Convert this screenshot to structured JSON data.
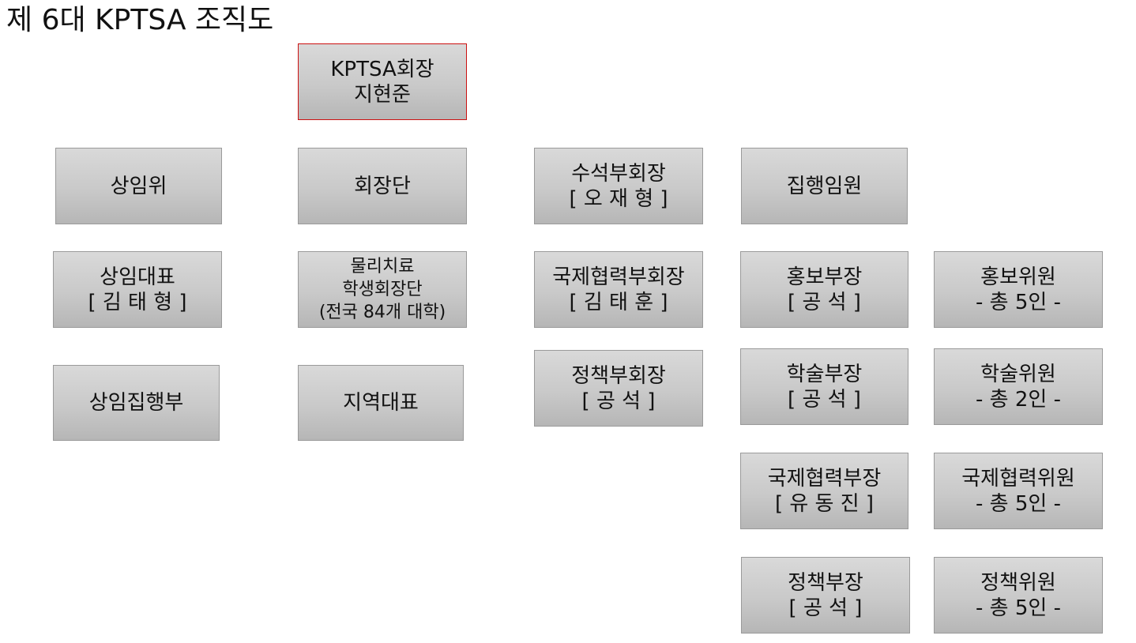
{
  "title": "제 6대 KPTSA 조직도",
  "org": {
    "president": [
      "KPTSA회장",
      "지현준"
    ],
    "standing_committee": [
      "상임위"
    ],
    "standing_rep": [
      "상임대표",
      "[ 김 태 형 ]"
    ],
    "standing_exec": [
      "상임집행부"
    ],
    "presidents_group": [
      "회장단"
    ],
    "student_presidents": [
      "물리치료",
      "학생회장단",
      "(전국 84개 대학)"
    ],
    "regional_rep": [
      "지역대표"
    ],
    "senior_vp": [
      "수석부회장",
      "[ 오 재 형 ]"
    ],
    "intl_vp": [
      "국제협력부회장",
      "[ 김 태 훈 ]"
    ],
    "policy_vp": [
      "정책부회장",
      "[ 공 석 ]"
    ],
    "executives": [
      "집행임원"
    ],
    "pr_head": [
      "홍보부장",
      "[ 공 석 ]"
    ],
    "academic_head": [
      "학술부장",
      "[ 공 석 ]"
    ],
    "intl_head": [
      "국제협력부장",
      "[ 유 동 진 ]"
    ],
    "policy_head": [
      "정책부장",
      "[ 공 석 ]"
    ],
    "pr_members": [
      "홍보위원",
      "- 총 5인 -"
    ],
    "academic_members": [
      "학술위원",
      "- 총 2인 -"
    ],
    "intl_members": [
      "국제협력위원",
      "- 총 5인 -"
    ],
    "policy_members": [
      "정책위원",
      "- 총 5인 -"
    ]
  }
}
